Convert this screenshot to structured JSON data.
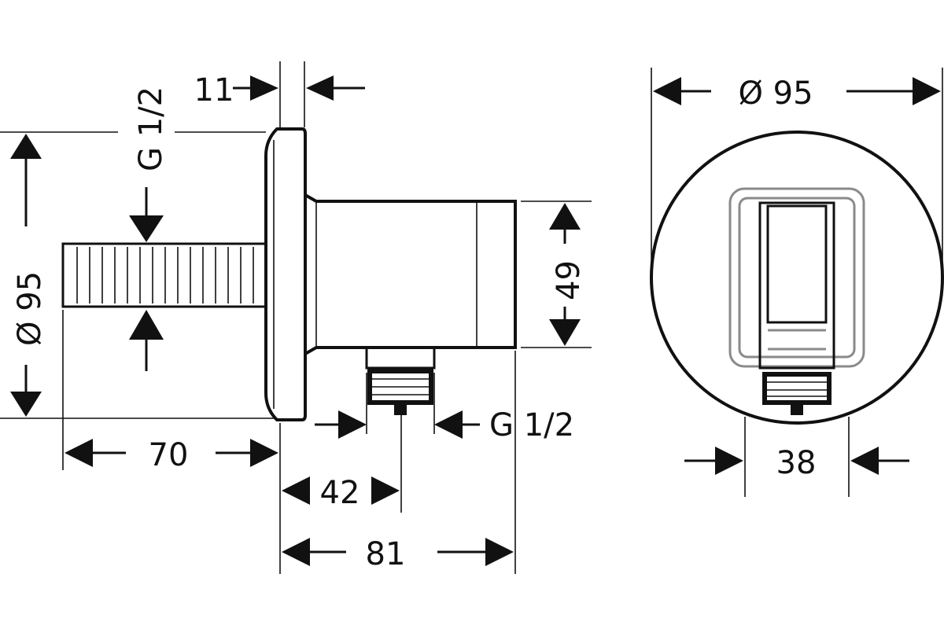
{
  "dimensions": {
    "wall_thickness": "11",
    "thread_top": "G 1/2",
    "flange_diameter_side": "Ø 95",
    "outlet_height": "49",
    "depth_tail": "70",
    "thread_outlet": "G 1/2",
    "outlet_offset": "42",
    "total_depth": "81",
    "flange_diameter_front": "Ø 95",
    "outlet_width": "38"
  },
  "colors": {
    "line": "#111111",
    "detail": "#8a8a8a"
  }
}
